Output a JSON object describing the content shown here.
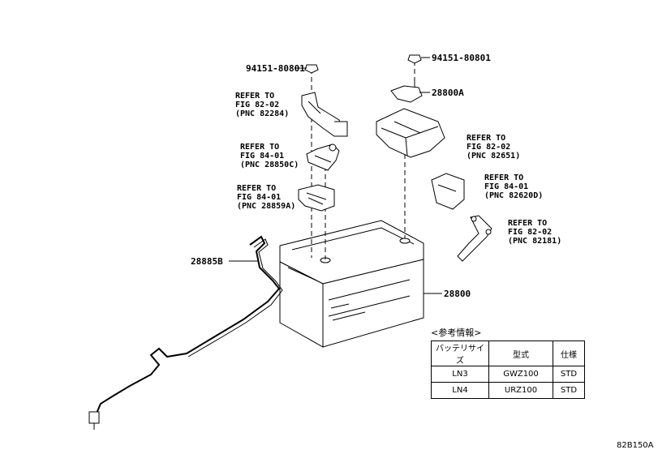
{
  "parts": {
    "nut_left": "94151-80801",
    "nut_right": "94151-80801",
    "clamp_right": "28800A",
    "cable_left": "28885B",
    "battery": "28800"
  },
  "refers": [
    {
      "l1": "REFER TO",
      "l2": "FIG 82-02",
      "l3": "(PNC 82284)"
    },
    {
      "l1": "REFER TO",
      "l2": "FIG 84-01",
      "l3": "(PNC 28850C)"
    },
    {
      "l1": "REFER TO",
      "l2": "FIG 84-01",
      "l3": "(PNC 28859A)"
    },
    {
      "l1": "REFER TO",
      "l2": "FIG 82-02",
      "l3": "(PNC 82651)"
    },
    {
      "l1": "REFER TO",
      "l2": "FIG 84-01",
      "l3": "(PNC 82620D)"
    },
    {
      "l1": "REFER TO",
      "l2": "FIG 82-02",
      "l3": "(PNC 82181)"
    }
  ],
  "info": {
    "title": "<参考情報>",
    "headers": [
      "バッテリサイズ",
      "型式",
      "仕様"
    ],
    "rows": [
      [
        "LN3",
        "GWZ100",
        "STD"
      ],
      [
        "LN4",
        "URZ100",
        "STD"
      ]
    ]
  },
  "footer_code": "82B150A"
}
